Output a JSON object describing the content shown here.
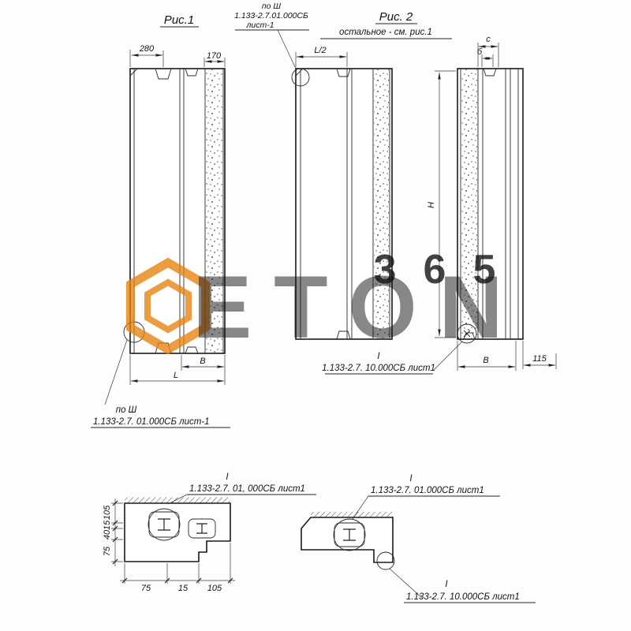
{
  "fig1": {
    "title": "Рис.1",
    "dim_280": "280",
    "dim_170": "170",
    "dim_b": "В",
    "dim_l": "L",
    "callout_bottom_line1": "по Ш",
    "callout_bottom_line2": "1.133-2.7. 01.000СБ лист-1"
  },
  "top_callout": {
    "line1": "по Ш",
    "line2": "1.133-2.7.01.000СБ",
    "line3": "лист-1"
  },
  "fig2": {
    "title": "Рис. 2",
    "note": "остальное - см. рис.1",
    "dim_l2": "L/2",
    "dim_c": "с",
    "dim_b_small": "б",
    "dim_h": "Н",
    "dim_b": "В",
    "dim_115": "115",
    "section_label": "I",
    "section_ref": "1.133-2.7. 10.000СБ лист1"
  },
  "detail1": {
    "dim_v105": "105",
    "dim_v15": "15",
    "dim_v40": "40",
    "dim_v75": "75",
    "dim_h75": "75",
    "dim_h15": "15",
    "dim_h105": "105",
    "callout_label": "I",
    "callout_ref": "1.133-2.7. 01, 000СБ лист1"
  },
  "detail2": {
    "callout_top_label": "I",
    "callout_top_ref": "1.133-2.7. 01.000СБ лист1",
    "callout_bottom_label": "I",
    "callout_bottom_ref": "1.133-2.7. 10.000СБ лист1"
  },
  "watermark": {
    "word": "ETON",
    "number": "365",
    "orange": "#E8820C",
    "gray": "#c9c9c9"
  }
}
